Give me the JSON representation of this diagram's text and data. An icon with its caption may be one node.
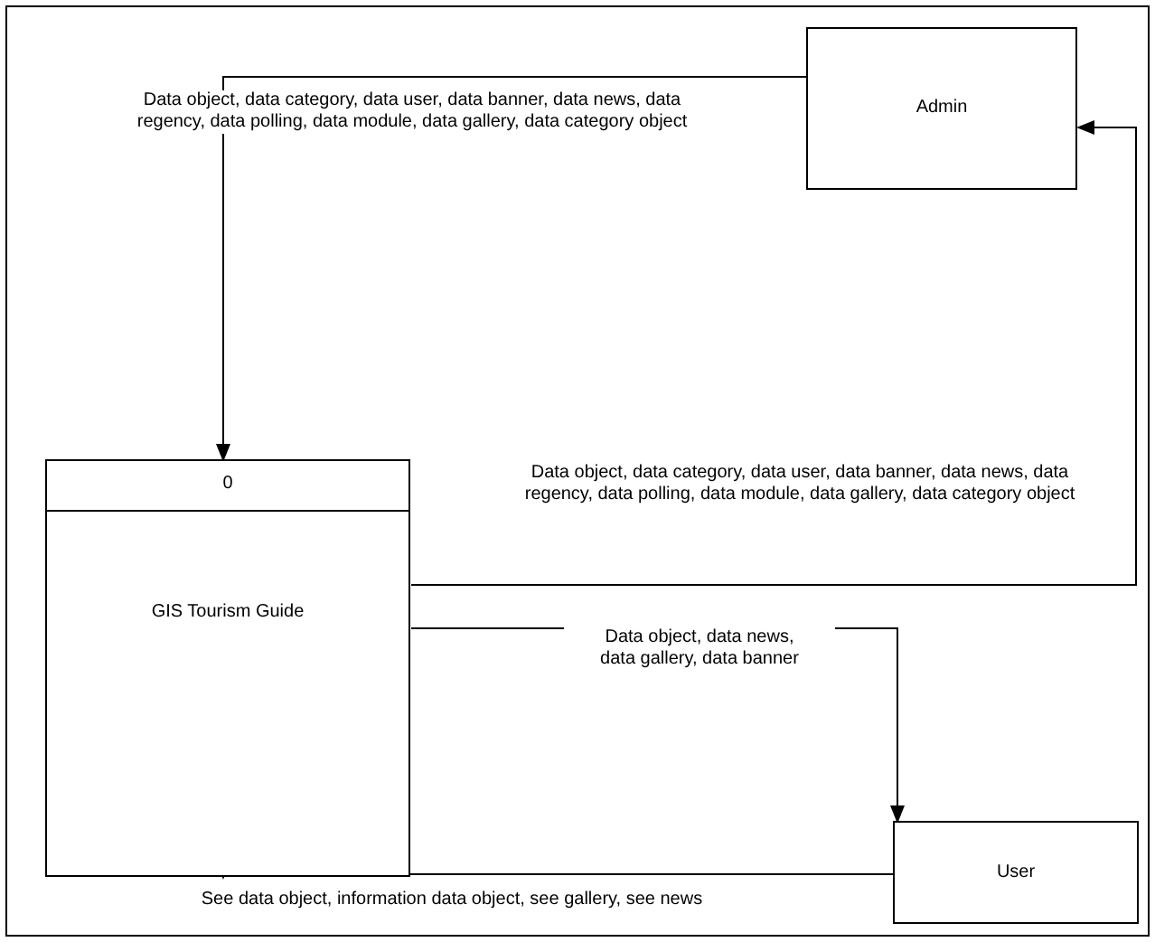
{
  "diagram": {
    "nodes": [
      {
        "text": [
          "Admin"
        ]
      },
      {
        "text": [
          "0",
          "GIS Tourism Guide"
        ]
      },
      {
        "text": [
          "User"
        ]
      }
    ],
    "edges": [
      {
        "from": 0,
        "to": 1,
        "arrow": "to",
        "label": "Data object, data category, data user, data banner, data news, data regency, data polling, data module, data gallery, data category object"
      },
      {
        "from": 1,
        "to": 0,
        "arrow": "to",
        "label": "Data object, data category, data user, data banner, data news, data regency, data polling, data module, data gallery, data category object"
      },
      {
        "from": 1,
        "to": 2,
        "arrow": "to",
        "label": "Data object, data news, data gallery, data banner"
      },
      {
        "from": 2,
        "to": 1,
        "arrow": "to",
        "label": "See data object, information data object, see gallery, see news"
      }
    ]
  }
}
